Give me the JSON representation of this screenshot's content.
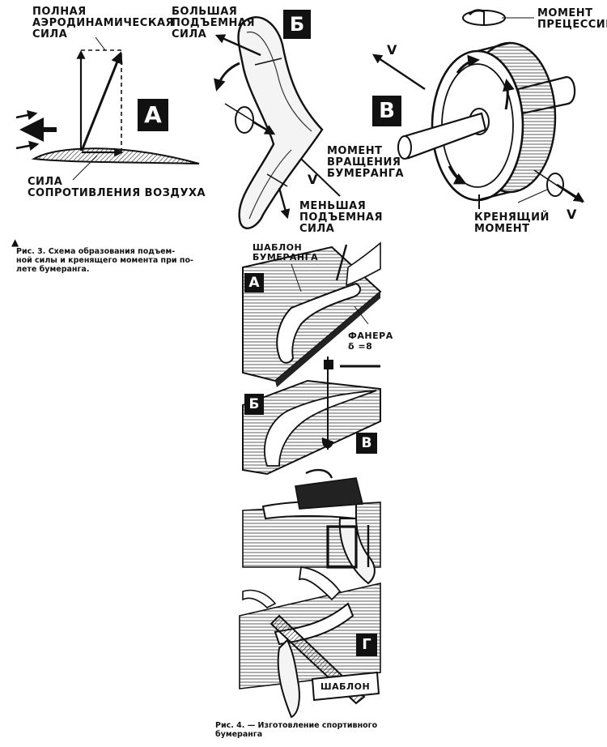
{
  "fig3": {
    "panel_a": {
      "badge": "А",
      "full_force": "ПОЛНАЯ\nАЭРОДИНАМИЧЕСКАЯ\nСИЛА",
      "drag_force": "СИЛА\nСОПРОТИВЛЕНИЯ ВОЗДУХА"
    },
    "panel_b": {
      "badge": "Б",
      "bigger_lift": "БОЛЬШАЯ\nПОДЪЕМНАЯ\nСИЛА",
      "smaller_lift": "МЕНЬШАЯ\nПОДЪЕМНАЯ\nСИЛА",
      "rotation_moment": "МОМЕНТ\nВРАЩЕНИЯ\nБУМЕРАНГА",
      "velocity": "V"
    },
    "panel_c": {
      "badge": "В",
      "precession": "МОМЕНТ\nПРЕЦЕССИИ",
      "heeling": "КРЕНЯЩИЙ\nМОМЕНТ",
      "velocity_top": "V",
      "velocity_bottom": "V"
    },
    "caption_marker": "▲",
    "caption": "Рис. 3. Схема образования подъем-\nной силы и кренящего момента при по-\nлете бумеранга."
  },
  "fig4": {
    "badge_a": "А",
    "badge_b": "Б",
    "badge_v": "В",
    "badge_g": "Г",
    "template_label": "ШАБЛОН\nБУМЕРАНГА",
    "plywood_label": "ФАНЕРА\nδ =8",
    "template_plate": "ШАБЛОН",
    "caption": "Рис. 4. — Изготовление спортивного\nбумеранга"
  }
}
